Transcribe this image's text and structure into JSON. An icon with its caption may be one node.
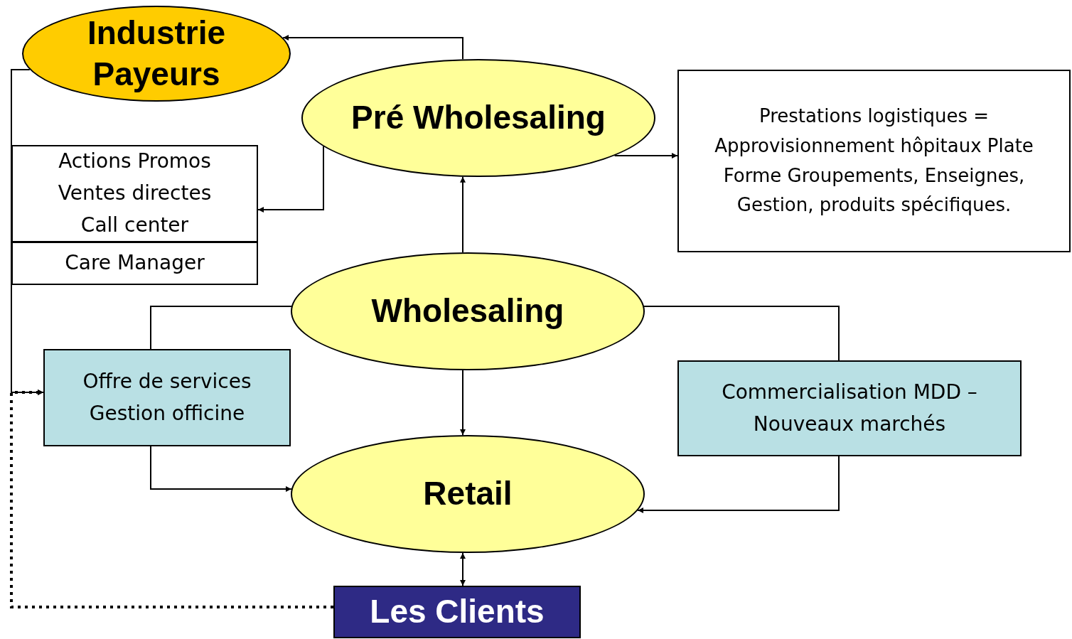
{
  "diagram": {
    "nodes": [
      {
        "text": [
          "Industrie Payeurs"
        ]
      },
      {
        "text": [
          "Pré Wholesaling"
        ]
      },
      {
        "text": [
          "Prestations logistiques = Approvisionnement hôpitaux Plate Forme Groupements, Enseignes, Gestion, produits spécifiques."
        ]
      },
      {
        "text": [
          "Actions Promos Ventes directes Call center"
        ]
      },
      {
        "text": [
          "Care Manager"
        ]
      },
      {
        "text": [
          "Wholesaling"
        ]
      },
      {
        "text": [
          "Offre de services Gestion officine"
        ]
      },
      {
        "text": [
          "Commercialisation MDD – Nouveaux marchés"
        ]
      },
      {
        "text": [
          "Retail"
        ]
      },
      {
        "text": [
          "Les Clients"
        ]
      }
    ],
    "edges": [
      {
        "from": 1,
        "to": 0,
        "arrow": "to"
      },
      {
        "from": 1,
        "to": 3,
        "arrow": "to"
      },
      {
        "from": 1,
        "to": 2,
        "arrow": "to"
      },
      {
        "from": 5,
        "to": 1,
        "arrow": "to"
      },
      {
        "from": 0,
        "to": 6,
        "arrow": "to"
      },
      {
        "from": 5,
        "to": 6,
        "arrow": "none"
      },
      {
        "from": 6,
        "to": 8,
        "arrow": "to"
      },
      {
        "from": 5,
        "to": 8,
        "arrow": "to"
      },
      {
        "from": 5,
        "to": 7,
        "arrow": "none"
      },
      {
        "from": 7,
        "to": 8,
        "arrow": "to"
      },
      {
        "from": 8,
        "to": 9,
        "arrow": "both"
      },
      {
        "from": 9,
        "to": 6,
        "arrow": "to",
        "style": "dashed"
      }
    ]
  }
}
